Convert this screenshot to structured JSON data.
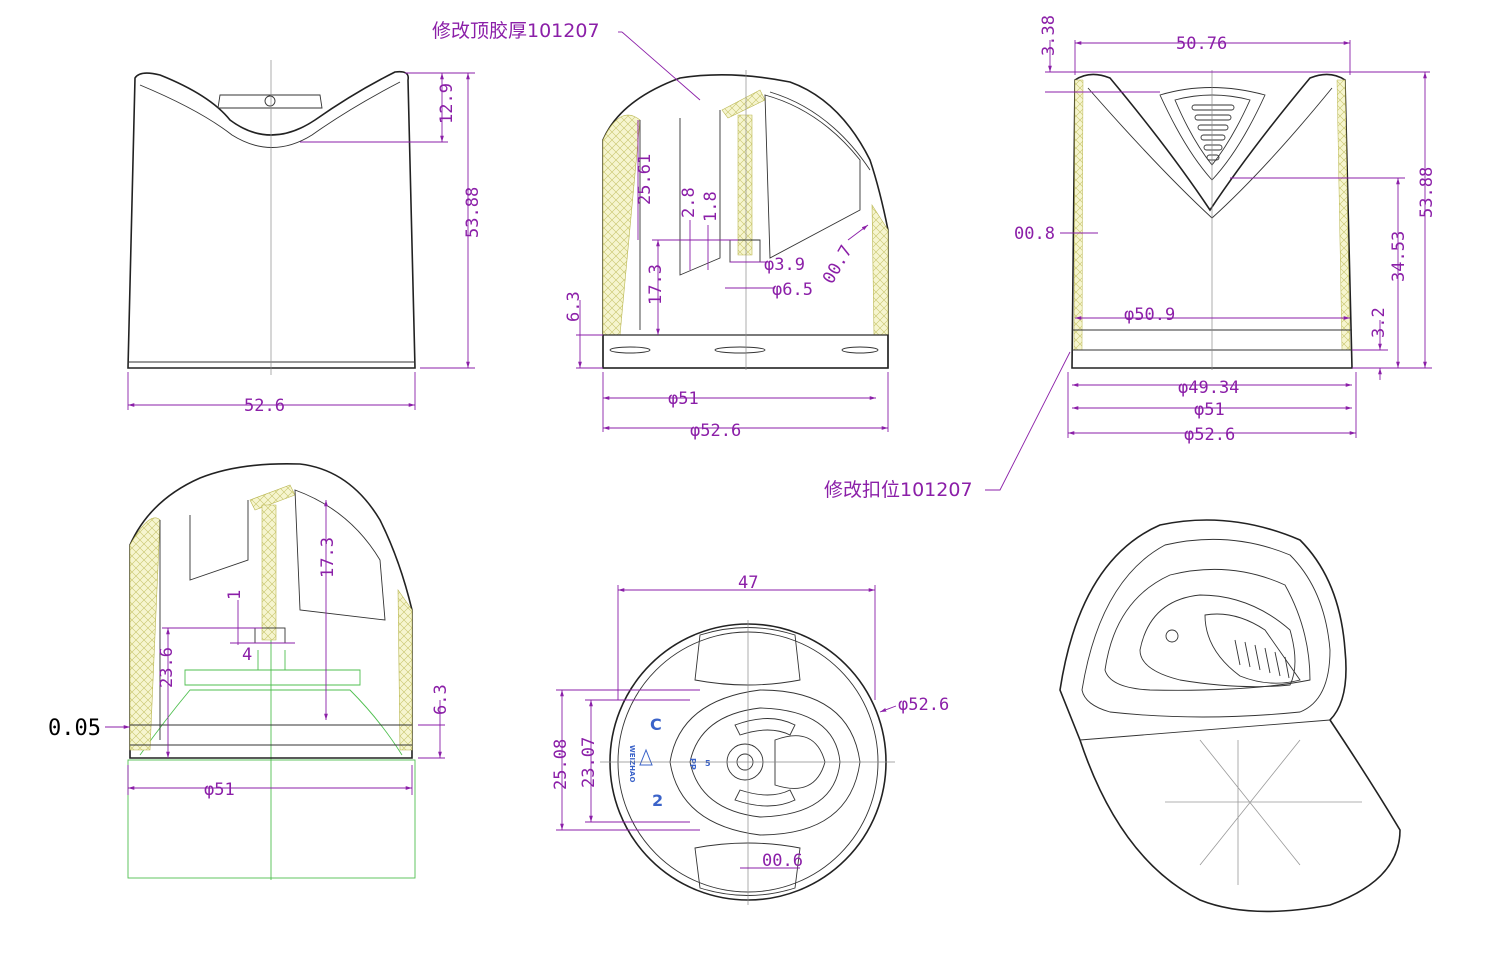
{
  "notes": {
    "top_wall_change": "修改顶胶厚101207",
    "snap_change": "修改扣位101207"
  },
  "view_front": {
    "width": "52.6",
    "height": "53.88",
    "top_depth": "12.9"
  },
  "view_section": {
    "d_inner": "25.61",
    "d_28": "2.8",
    "d_18": "1.8",
    "d_phi39": "φ3.9",
    "d_phi65": "φ6.5",
    "d_07": "00.7",
    "d_173": "17.3",
    "d_63": "6.3",
    "d_phi51": "φ51",
    "d_phi526": "φ52.6"
  },
  "view_side": {
    "top_width": "50.76",
    "top_offset": "3.38",
    "wall": "00.8",
    "phi509": "φ50.9",
    "d_32": "3.2",
    "d_3453": "34.53",
    "d_5388": "53.88",
    "phi4934": "φ49.34",
    "phi51": "φ51",
    "phi526": "φ52.6"
  },
  "view_section2": {
    "d_173": "17.3",
    "d_1": "1",
    "d_4": "4",
    "d_236": "23.6",
    "d_63": "6.3",
    "d_005": "0.05",
    "phi51": "φ51"
  },
  "view_top": {
    "d_47": "47",
    "phi526": "φ52.6",
    "d_2508": "25.08",
    "d_2307": "23.07",
    "d_06": "00.6",
    "mold_c": "C",
    "mold_2": "2",
    "brand": "WEIZHAO",
    "recycle": "5",
    "material": "PP"
  },
  "colors": {
    "dimension": "#8b1fa8",
    "outline": "#222222",
    "hatch": "#f4f3c0",
    "reference": "#4fbf4f",
    "mold_text": "#3b63c9"
  }
}
